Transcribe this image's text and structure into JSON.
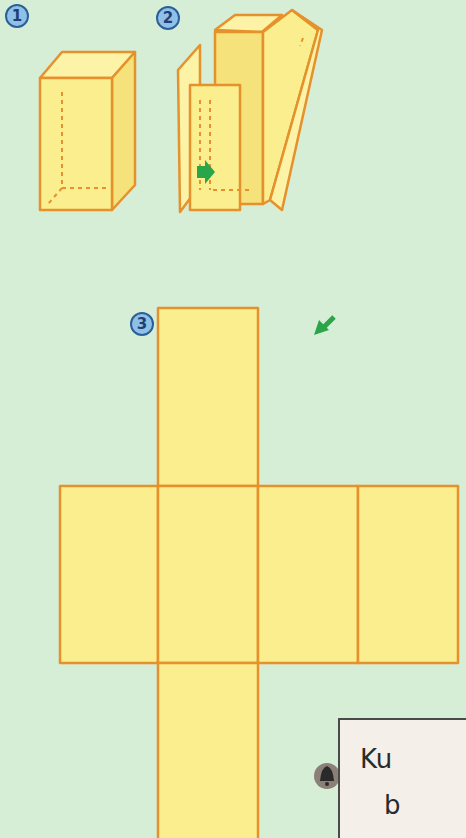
{
  "diagram": {
    "nodes": [
      {
        "text": [
          "Ku",
          "b"
        ]
      }
    ],
    "labels": [
      "1",
      "2",
      "3"
    ]
  }
}
